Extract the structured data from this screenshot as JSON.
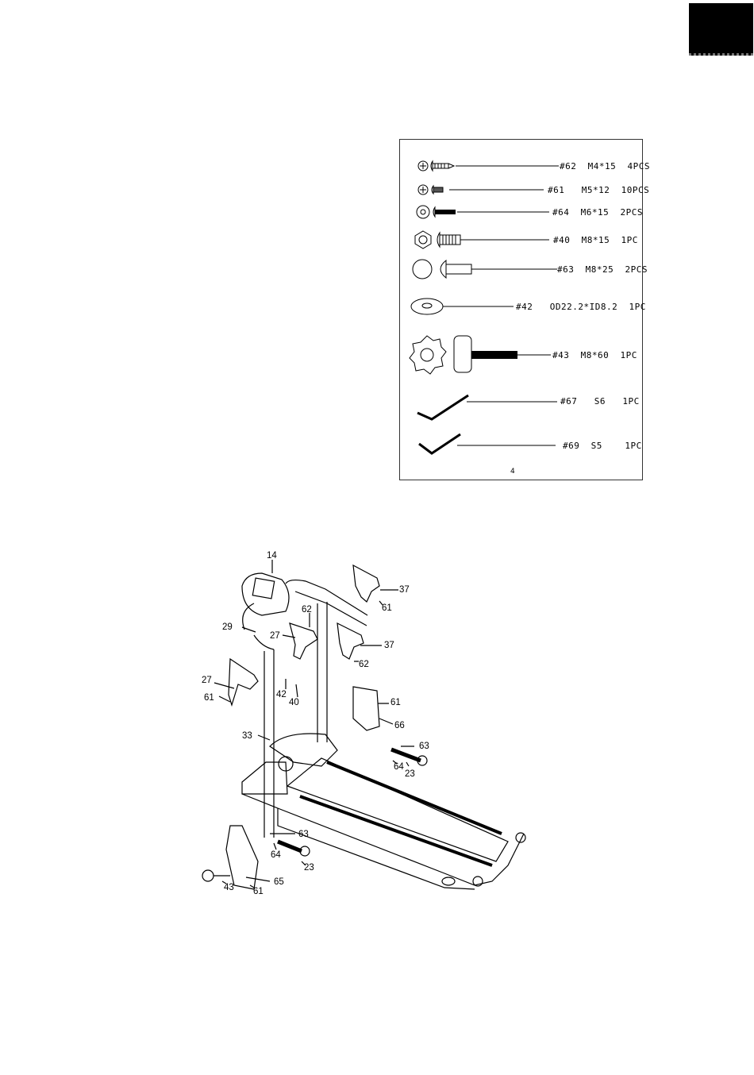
{
  "hardware": [
    {
      "icon": "phillips-pan-screw-icon",
      "label": "#62  M4*15  4PCS"
    },
    {
      "icon": "phillips-screw-icon",
      "label": "#61   M5*12  10PCS"
    },
    {
      "icon": "hex-bolt-icon",
      "label": "#64  M6*15  2PCS"
    },
    {
      "icon": "hex-bolt-icon",
      "label": "#40  M8*15  1PC"
    },
    {
      "icon": "round-bolt-icon",
      "label": "#63  M8*25  2PCS"
    },
    {
      "icon": "washer-icon",
      "label": "#42   OD22.2*ID8.2  1PC"
    },
    {
      "icon": "knob-bolt-icon",
      "label": "#43  M8*60  1PC"
    },
    {
      "icon": "allen-key-icon",
      "label": "#67   S6   1PC"
    },
    {
      "icon": "allen-key-icon",
      "label": "#69  S5    1PC"
    }
  ],
  "page_number": "4",
  "callouts": [
    "14",
    "37",
    "61",
    "62",
    "29",
    "27",
    "37",
    "62",
    "27",
    "42",
    "40",
    "61",
    "61",
    "66",
    "33",
    "63",
    "64",
    "23",
    "63",
    "64",
    "23",
    "65",
    "43",
    "61"
  ]
}
